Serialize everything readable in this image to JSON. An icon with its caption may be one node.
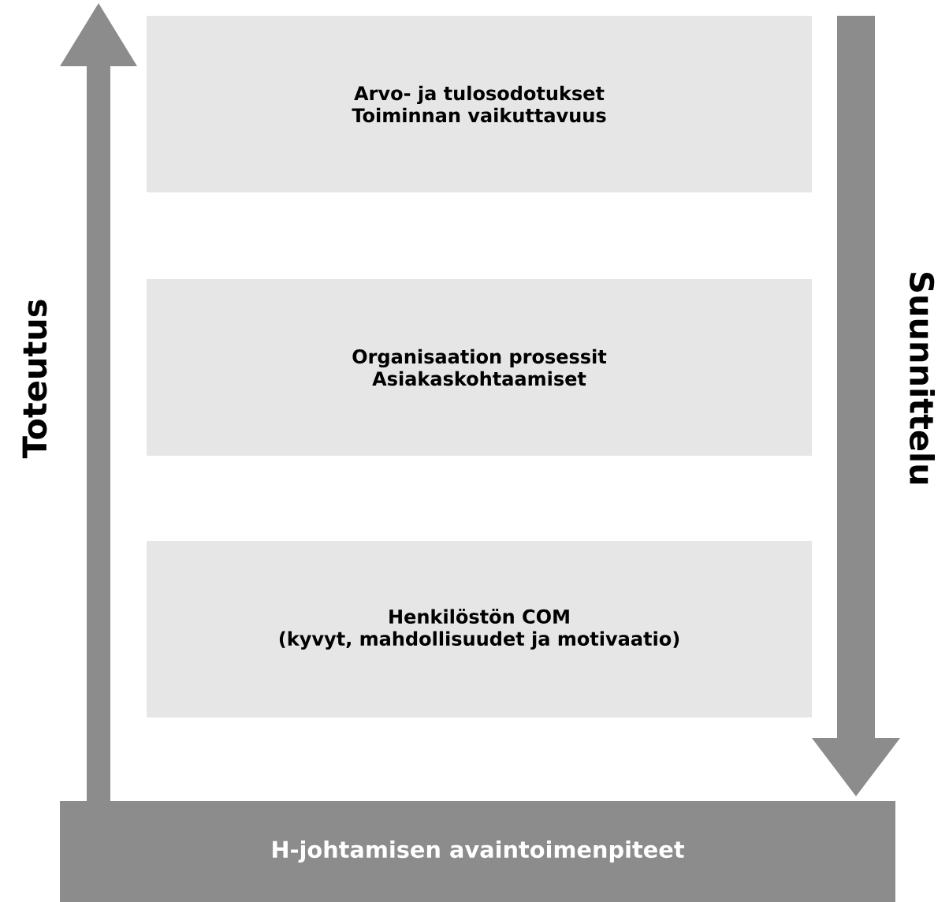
{
  "diagram": {
    "nodes": [
      {
        "text": [
          "Arvo- ja tulosodotukset",
          "Toiminnan vaikuttavuus"
        ]
      },
      {
        "text": [
          "Organisaation prosessit",
          "Asiakaskohtaamiset"
        ]
      },
      {
        "text": [
          "Henkilöstön COM",
          "(kyvyt, mahdollisuudet ja motivaatio)"
        ]
      },
      {
        "text": [
          "H-johtamisen avaintoimenpiteet"
        ]
      }
    ],
    "labels": [
      "Toteutus",
      "Suunnittelu"
    ]
  }
}
